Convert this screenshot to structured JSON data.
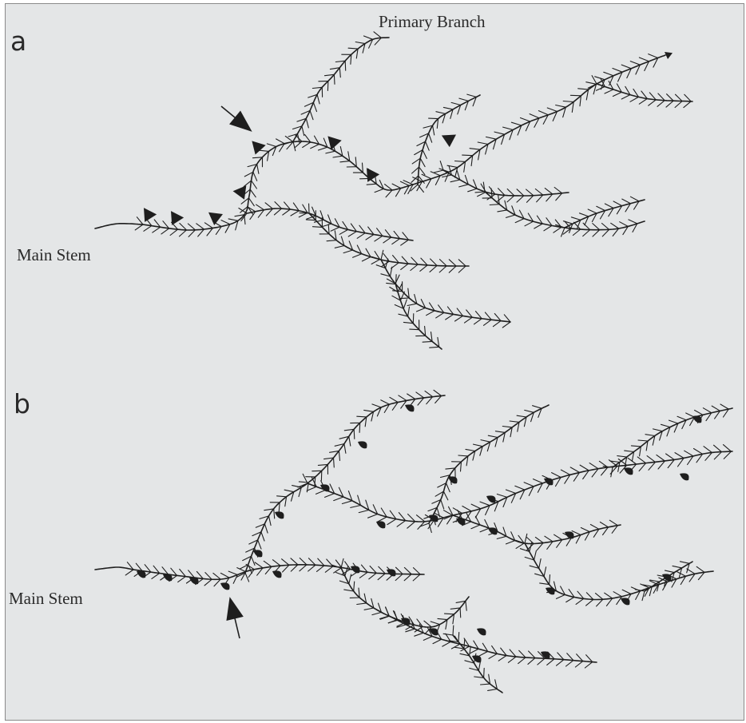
{
  "figure": {
    "panel_a": {
      "letter": "a",
      "main_stem_label": "Main Stem",
      "primary_branch_label": "Primary Branch"
    },
    "panel_b": {
      "letter": "b",
      "main_stem_label": "Main Stem"
    }
  },
  "colors": {
    "background": "#e4e6e7",
    "ink": "#1e1e1e",
    "frame": "#8a8a8a"
  }
}
